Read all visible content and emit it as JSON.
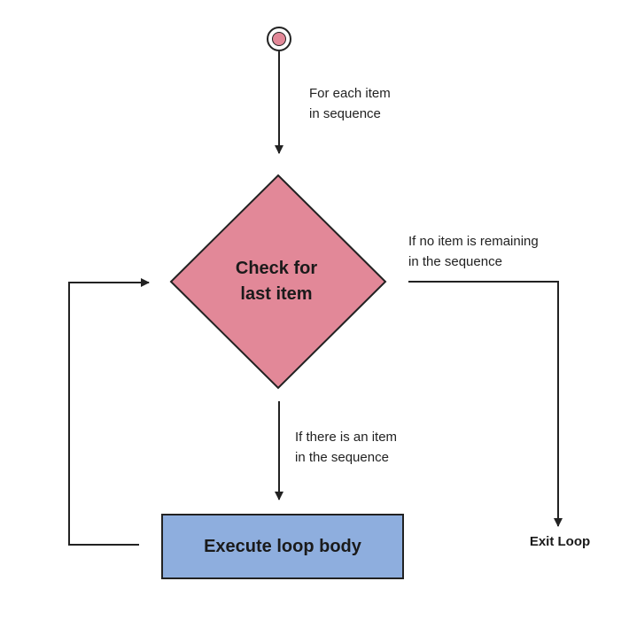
{
  "diagram": {
    "start_node": {
      "icon": "start-node-icon",
      "fill": "#e28898",
      "stroke": "#222222"
    },
    "decision": {
      "line1": "Check for",
      "line2": "last item",
      "fill": "#e28898",
      "stroke": "#222222"
    },
    "process": {
      "label": "Execute loop body",
      "fill": "#8eaede",
      "stroke": "#222222"
    },
    "labels": {
      "entry_line1": "For each item",
      "entry_line2": "in sequence",
      "exit_line1": "If no item is remaining",
      "exit_line2": "in the sequence",
      "continue_line1": "If there is an item",
      "continue_line2": "in the sequence",
      "exit_node": "Exit Loop"
    },
    "connector_color": "#222222"
  }
}
